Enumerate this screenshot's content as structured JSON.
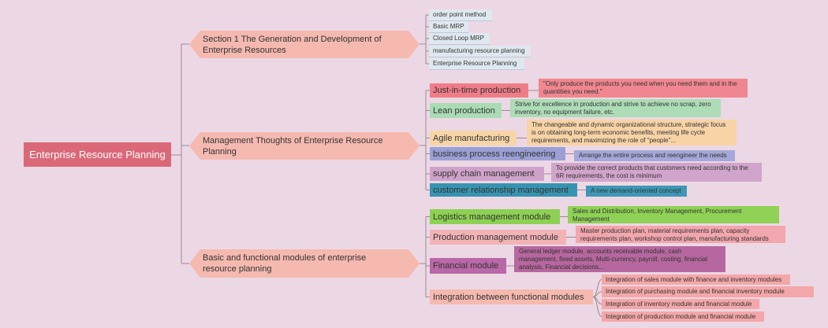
{
  "colors": {
    "background": "#ecd8e4",
    "root": "#db6877",
    "section": "#f5b9b0",
    "connector": "#9a8a92"
  },
  "root": {
    "label": "Enterprise Resource Planning"
  },
  "sections": [
    {
      "label": "Section 1 The Generation and Development of Enterprise Resources",
      "items": [
        {
          "label": "order point method"
        },
        {
          "label": "Basic MRP"
        },
        {
          "label": "Closed Loop MRP"
        },
        {
          "label": "manufacturing resource planning"
        },
        {
          "label": "Enterprise Resource Planning"
        }
      ]
    },
    {
      "label": "Management Thoughts of Enterprise Resource Planning",
      "items": [
        {
          "label": "Just-in-time production",
          "desc": "\"Only produce the products you need when you need them and in the quantities you need.\"",
          "color": "#ef7d88",
          "desc_color": "#f0868f"
        },
        {
          "label": "Lean production",
          "desc": "Strive for excellence in production and strive to achieve no scrap, zero inventory, no equipment failure, etc.",
          "color": "#a9dcb5",
          "desc_color": "#addcb7"
        },
        {
          "label": "Agile manufacturing",
          "desc": "The changeable and dynamic organizational structure, strategic focus is on obtaining long-term economic benefits, meeting life cycle requirements, and maximizing the role of \"people\"...",
          "color": "#f7d5a6",
          "desc_color": "#f8d3a6"
        },
        {
          "label": "business process reengineering",
          "desc": "Arrange the entire process and reengineer the needs",
          "color": "#9aa0d4",
          "desc_color": "#a3a8d8"
        },
        {
          "label": "supply chain management",
          "desc": "To provide the correct products that customers need according to the 6R requirements, the cost is minimum",
          "color": "#cfa2c9",
          "desc_color": "#d1a5cb"
        },
        {
          "label": "customer relationship management",
          "desc": "A new demand-oriented concept",
          "color": "#3794b1",
          "desc_color": "#3d98b6"
        }
      ]
    },
    {
      "label": "Basic and functional modules of enterprise resource planning",
      "items": [
        {
          "label": "Logistics management module",
          "desc": "Sales and Distribution, Inventory Management, Procurement Management",
          "color": "#8dd153",
          "desc_color": "#8fd255"
        },
        {
          "label": "Production management module",
          "desc": "Master production plan, material requirements plan, capacity requirements plan, workshop control plan, manufacturing standards",
          "color": "#f2b3b6",
          "desc_color": "#f2a6ad"
        },
        {
          "label": "Financial module",
          "desc": "General ledger module, accounts receivable module, cash management, fixed assets, Multi-currency, payroll, costing, financial analysis, Financial decisions...",
          "color": "#b968a8",
          "desc_color": "#b6679f"
        },
        {
          "label": "Integration between functional modules",
          "color": "#f5b9b0",
          "subitems": [
            {
              "label": "Integration of sales module with finance and inventory modules"
            },
            {
              "label": "Integration of purchasing module and financial inventory module"
            },
            {
              "label": "Integration of inventory module and financial module"
            },
            {
              "label": "Integration of production module and financial module"
            }
          ]
        }
      ]
    }
  ]
}
